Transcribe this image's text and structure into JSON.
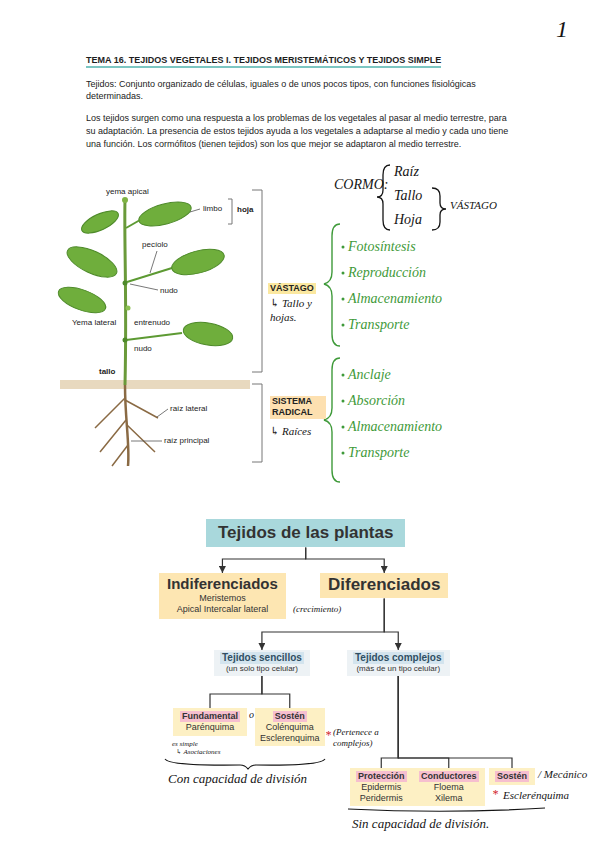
{
  "diagram": {
    "title": "TEMA 16. TEJIDOS VEGETALES I. TEJIDOS MERISTEMÁTICOS Y TEJIDOS SIMPLE",
    "nodes": [
      {
        "text": [
          "Tejidos de las plantas"
        ]
      },
      {
        "text": [
          "Indiferenciados",
          "Meristemos",
          "Apical Intercalar lateral"
        ]
      },
      {
        "text": [
          "Diferenciados"
        ]
      },
      {
        "text": [
          "Tejidos sencillos",
          "(un solo tipo celular)"
        ]
      },
      {
        "text": [
          "Tejidos complejos",
          "(más de un tipo celular)"
        ]
      },
      {
        "text": [
          "Fundamental",
          "Parénquima"
        ]
      },
      {
        "text": [
          "Sostén",
          "Colénquima",
          "Esclerenquima"
        ]
      },
      {
        "text": [
          "Protección",
          "Epidermis",
          "Peridermis"
        ]
      },
      {
        "text": [
          "Conductores",
          "Floema",
          "Xilema"
        ]
      },
      {
        "text": [
          "Sostén"
        ]
      }
    ],
    "edges": [
      {
        "from": 0,
        "to": 1,
        "arrow": "to"
      },
      {
        "from": 0,
        "to": 2,
        "arrow": "to"
      },
      {
        "from": 2,
        "to": 3,
        "arrow": "to"
      },
      {
        "from": 2,
        "to": 4,
        "arrow": "to"
      },
      {
        "from": 3,
        "to": 5,
        "arrow": "none"
      },
      {
        "from": 3,
        "to": 6,
        "arrow": "none"
      },
      {
        "from": 4,
        "to": 7,
        "arrow": "none"
      },
      {
        "from": 4,
        "to": 8,
        "arrow": "none"
      },
      {
        "from": 4,
        "to": 9,
        "arrow": "none"
      }
    ],
    "labels": [
      "1",
      "Tejidos: Conjunto organizado de células, iguales o de unos pocos tipos, con funciones fisiológicas determinadas.",
      "Los tejidos surgen como una respuesta a los problemas de los vegetales al pasar al medio terrestre, para su adaptación. La presencia de estos tejidos ayuda a los vegetales a adaptarse al medio y cada uno tiene una función. Los cormófitos (tienen tejidos) son los que mejor se adaptaron al medio terrestre.",
      "yema apical",
      "limbo",
      "hoja",
      "pecíolo",
      "nudo",
      "Yema lateral",
      "entrenudo",
      "nudo",
      "tallo",
      "VÁSTAGO",
      "↳ Tallo y hojas.",
      "raíz lateral",
      "raíz principal",
      "SISTEMA RADICAL",
      "↳ Raíces",
      "CORMO:",
      "Raíz",
      "Tallo",
      "Hoja",
      "VÁSTAGO",
      "Fotosíntesis",
      "Reproducción",
      "Almacenamiento",
      "Transporte",
      "Anclaje",
      "Absorción",
      "Almacenamiento",
      "Transporte",
      "(crecimiento)",
      "o",
      "es simple",
      "↳ Asociaciones",
      "*",
      "(Pertenece a complejos)",
      "Con capacidad de división",
      "/ Mecánico",
      "*",
      "Esclerénquima",
      "Sin capacidad de división."
    ]
  }
}
